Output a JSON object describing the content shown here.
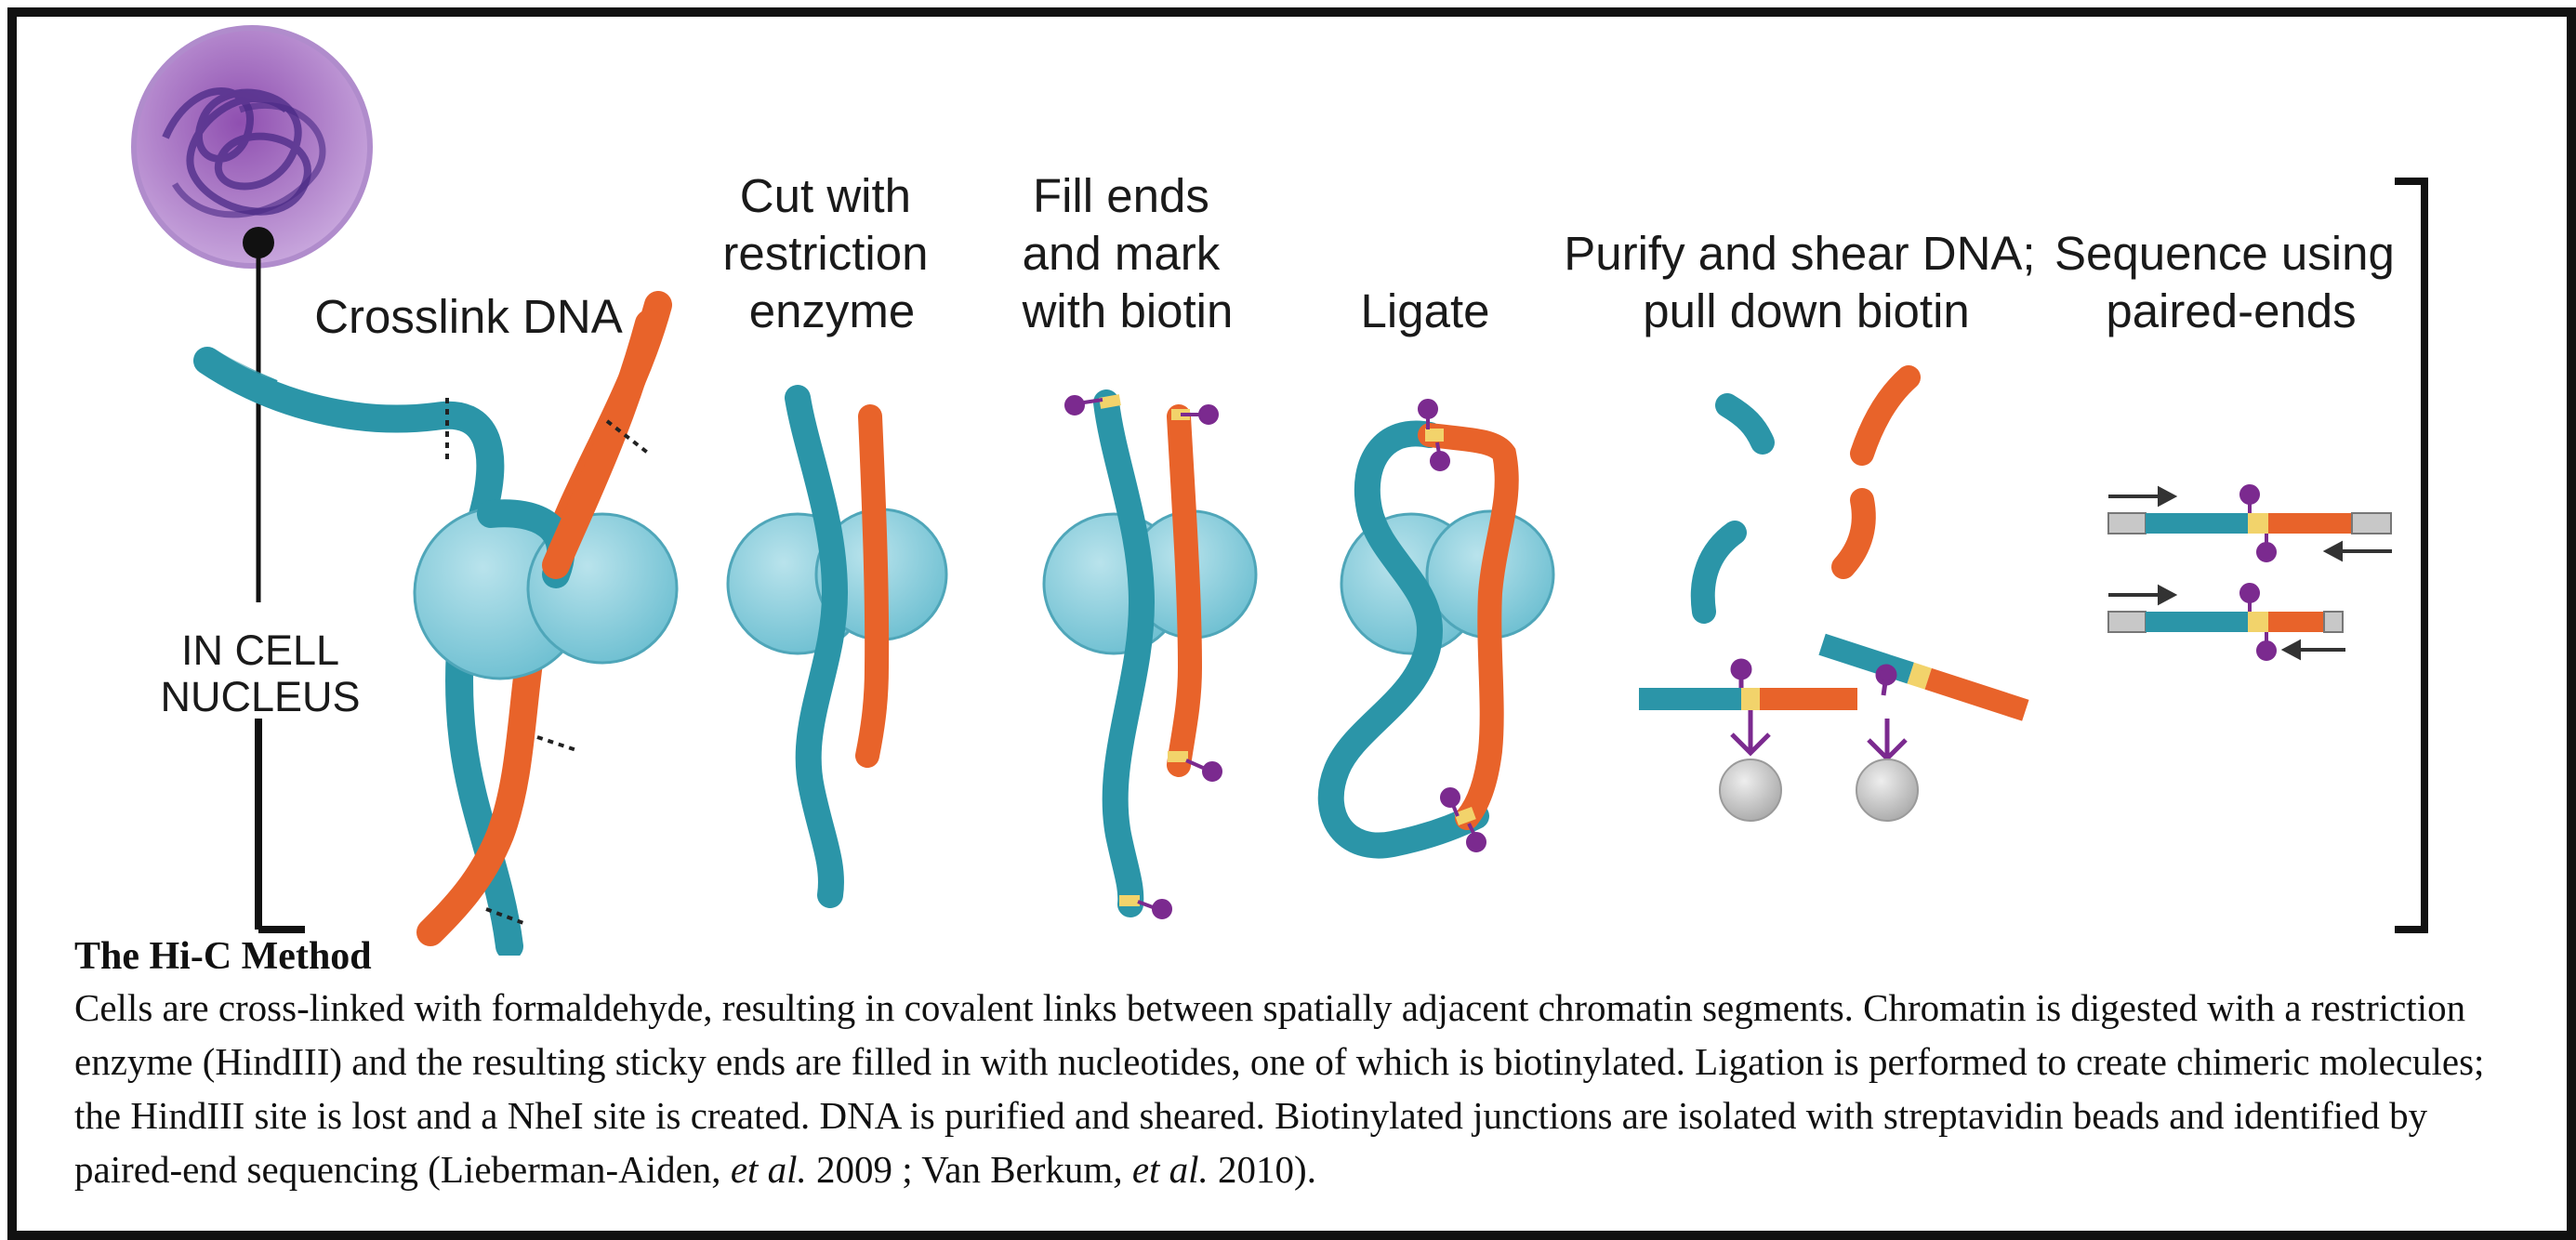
{
  "diagram": {
    "nucleus_label": [
      "IN CELL",
      "NUCLEUS"
    ],
    "steps": [
      {
        "id": "crosslink",
        "lines": [
          "Crosslink DNA"
        ]
      },
      {
        "id": "cut",
        "lines": [
          "Cut with",
          "restriction",
          "enzyme"
        ]
      },
      {
        "id": "fill",
        "lines": [
          "Fill ends",
          "and mark",
          "with biotin"
        ]
      },
      {
        "id": "ligate",
        "lines": [
          "Ligate"
        ]
      },
      {
        "id": "purify",
        "lines": [
          "Purify and shear DNA;",
          "pull down biotin"
        ]
      },
      {
        "id": "sequence",
        "lines": [
          "Sequence using",
          "paired-ends"
        ]
      }
    ],
    "colors": {
      "dna_teal": "#2b95a8",
      "dna_orange": "#e8632a",
      "protein": "#8fd0de",
      "protein_dark": "#5fb3c6",
      "biotin": "#7b2a8f",
      "nucleus": "#9b5cb8",
      "bead": "#c9c9c9",
      "junction": "#f2d36b"
    }
  },
  "caption": {
    "title": "The Hi-C Method",
    "body_parts": [
      {
        "text": "Cells are cross-linked with formaldehyde, resulting in covalent links between spatially adjacent chromatin segments. Chromatin is digested with a restriction enzyme (HindIII) and the resulting sticky ends are filled in with nucleotides, one of which is biotinylated. Ligation is performed to create chimeric molecules; the HindIII site is lost and a NheI site is created. DNA is purified and sheared. Biotinylated  junctions are isolated with streptavidin beads and identified by paired-end sequencing (Lieberman-Aiden, ",
        "italic": false
      },
      {
        "text": "et al.",
        "italic": true
      },
      {
        "text": " 2009 ; Van Berkum",
        "italic": false
      },
      {
        "text": ", et al.",
        "italic": true
      },
      {
        "text": " 2010).",
        "italic": false
      }
    ]
  }
}
